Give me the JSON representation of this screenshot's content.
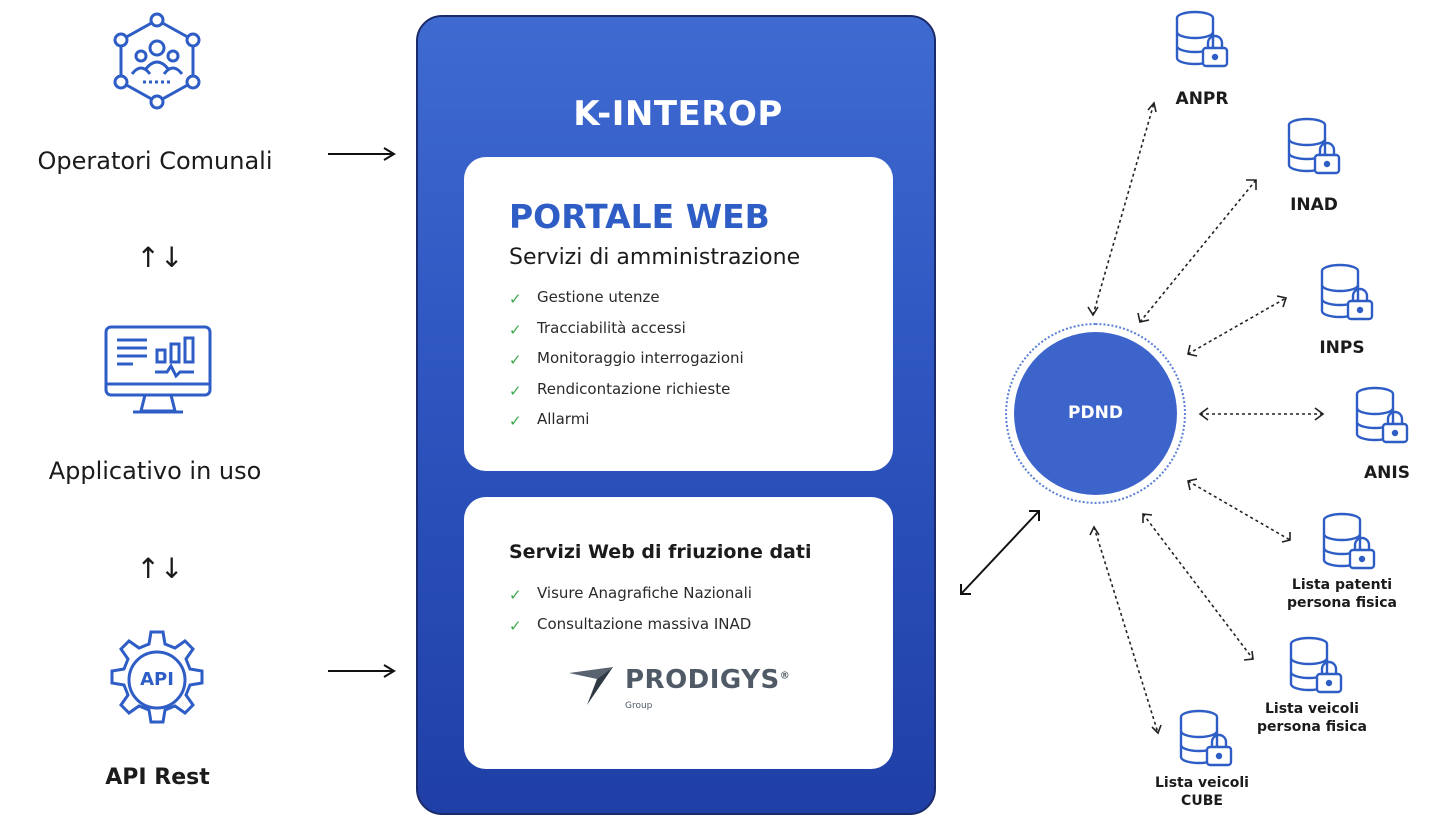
{
  "left": {
    "operatori_label": "Operatori Comunali",
    "applicativo_label": "Applicativo in uso",
    "api_label": "API Rest",
    "api_icon_text": "API",
    "updown_1": "↑↓",
    "updown_2": "↑↓"
  },
  "panel": {
    "title": "K-INTEROP",
    "portale": {
      "title": "PORTALE WEB",
      "subtitle": "Servizi di amministrazione",
      "items": [
        "Gestione utenze",
        "Tracciabilità accessi",
        "Monitoraggio interrogazioni",
        "Rendicontazione richieste",
        "Allarmi"
      ]
    },
    "servizi": {
      "title": "Servizi Web di friuzione dati",
      "items": [
        "Visure Anagrafiche Nazionali",
        "Consultazione massiva INAD"
      ]
    },
    "brand": {
      "name": "PRODIGYS",
      "reg": "®",
      "sub": "Group"
    }
  },
  "pdnd": {
    "label": "PDND"
  },
  "services": {
    "anpr": "ANPR",
    "inad": "INAD",
    "inps": "INPS",
    "anis": "ANIS",
    "patenti": [
      "Lista patenti",
      "persona fisica"
    ],
    "veicoli_pf": [
      "Lista veicoli",
      "persona fisica"
    ],
    "veicoli_cube": [
      "Lista veicoli",
      "CUBE"
    ]
  },
  "check_glyph": "✓",
  "colors": {
    "panel_blue": "#2e55c0",
    "accent_blue": "#2f5dc6",
    "check_green": "#3fa74c"
  }
}
